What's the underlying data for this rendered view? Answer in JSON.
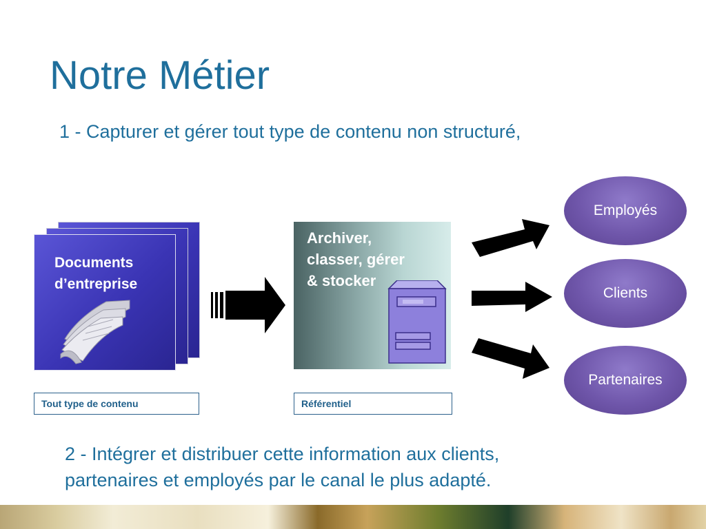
{
  "title": "Notre Métier",
  "subtitle1": "1 - Capturer et gérer tout type de contenu non structuré,",
  "subtitle2_line1": "2 - Intégrer et distribuer cette information aux clients,",
  "subtitle2_line2": "partenaires et employés  par le canal le plus adapté.",
  "documents": {
    "label_line1": "Documents",
    "label_line2": "d’entreprise",
    "icon": "document-stack-icon",
    "caption": "Tout type de contenu"
  },
  "repository": {
    "label_line1": "Archiver,",
    "label_line2": "classer, gérer",
    "label_line3": "& stocker",
    "icon": "server-icon",
    "caption": "Référentiel"
  },
  "targets": [
    {
      "label": "Employés"
    },
    {
      "label": "Clients"
    },
    {
      "label": "Partenaires"
    }
  ],
  "colors": {
    "title": "#1f6f9c",
    "document_blue": "#3a34b4",
    "target_purple": "#6f56aa"
  }
}
